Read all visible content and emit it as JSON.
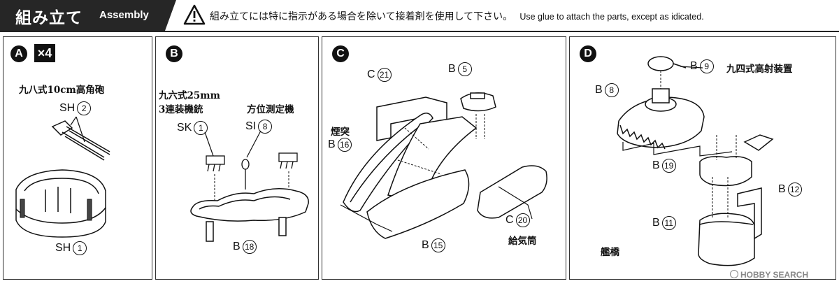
{
  "header": {
    "title_jp": "組み立て",
    "title_en": "Assembly",
    "notice_jp": "組み立てには特に指示がある場合を除いて接着剤を使用して下さい。",
    "notice_en": "Use glue to attach the parts, except as idicated."
  },
  "panel_a": {
    "badge": "A",
    "multiplier": "×4",
    "name": "九八式10cm高角砲",
    "parts": [
      {
        "code": "SH",
        "num": "2"
      },
      {
        "code": "SH",
        "num": "1"
      }
    ]
  },
  "panel_b": {
    "badge": "B",
    "name_1": "九六式25mm",
    "name_2": "3連装機銃",
    "name_3": "方位測定機",
    "parts": [
      {
        "code": "SK",
        "num": "1"
      },
      {
        "code": "SI",
        "num": "8"
      },
      {
        "code": "B",
        "num": "18"
      }
    ]
  },
  "panel_c": {
    "badge": "C",
    "name_funnel": "煙突",
    "name_intake": "給気筒",
    "parts": [
      {
        "code": "C",
        "num": "21"
      },
      {
        "code": "B",
        "num": "5"
      },
      {
        "code": "B",
        "num": "16"
      },
      {
        "code": "C",
        "num": "20"
      },
      {
        "code": "B",
        "num": "15"
      }
    ]
  },
  "panel_d": {
    "badge": "D",
    "name_director": "九四式高射装置",
    "name_bridge": "艦橋",
    "parts": [
      {
        "code": "B",
        "num": "9"
      },
      {
        "code": "B",
        "num": "8"
      },
      {
        "code": "B",
        "num": "19"
      },
      {
        "code": "B",
        "num": "12"
      },
      {
        "code": "B",
        "num": "11"
      }
    ]
  },
  "watermark": "HOBBY SEARCH"
}
